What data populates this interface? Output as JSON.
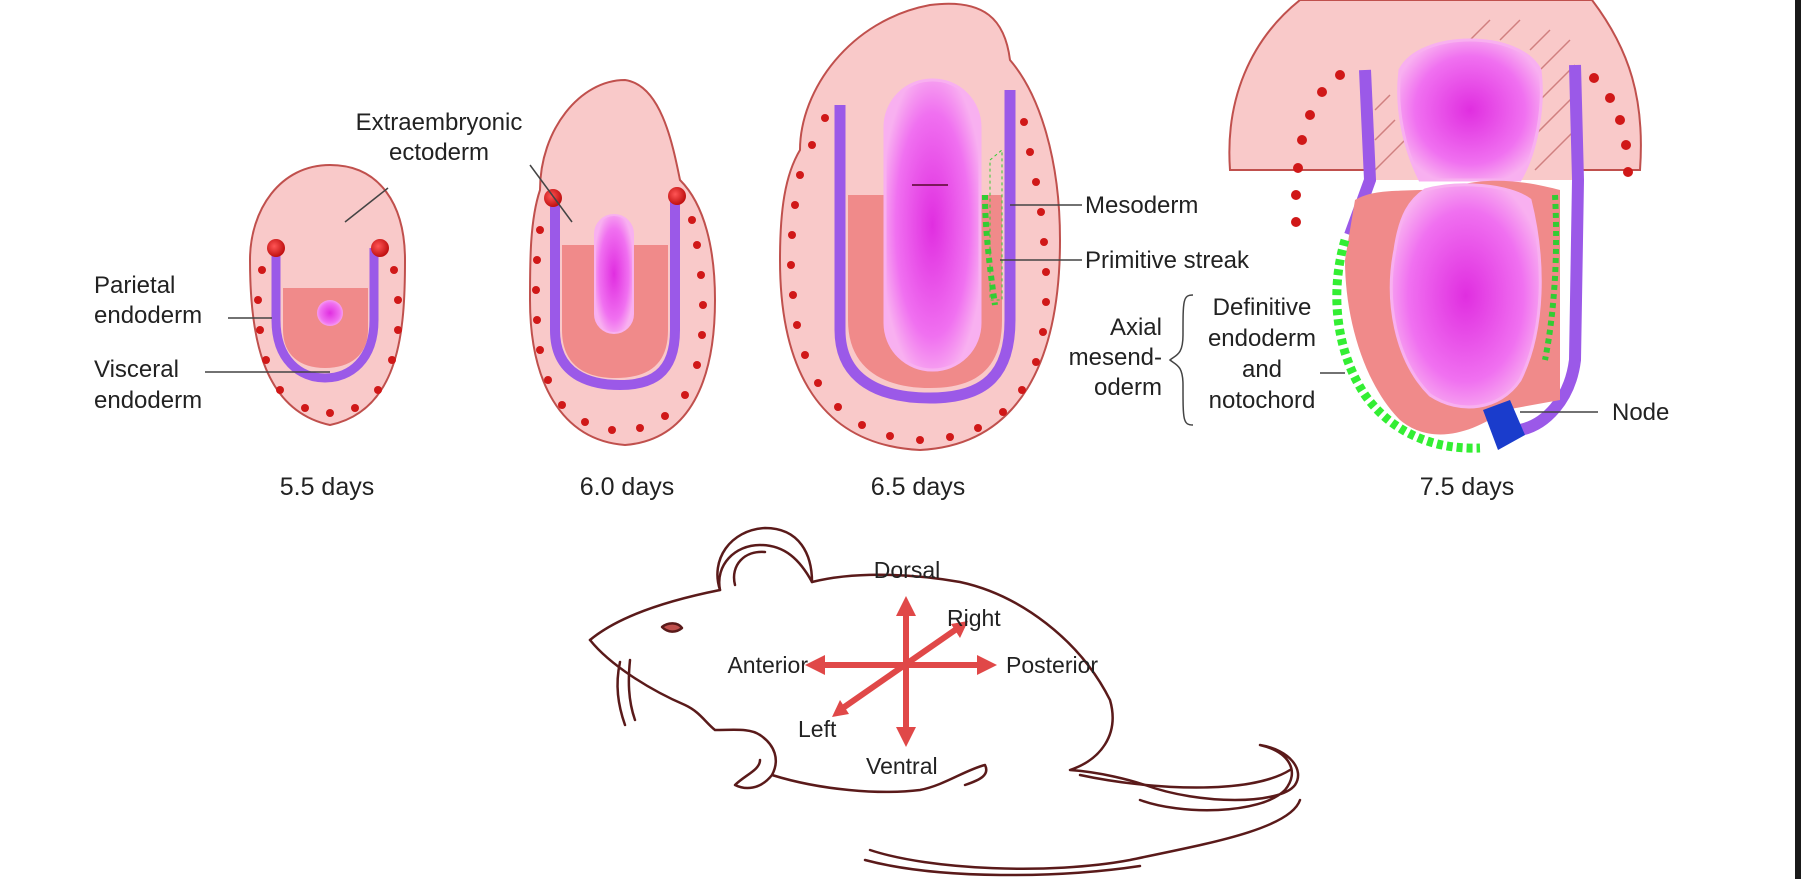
{
  "labels": {
    "extraembryonic_ectoderm": [
      "Extraembryonic",
      "ectoderm"
    ],
    "parietal_endoderm": [
      "Parietal",
      "endoderm"
    ],
    "visceral_endoderm": [
      "Visceral",
      "endoderm"
    ],
    "mesoderm": "Mesoderm",
    "primitive_streak": "Primitive streak",
    "axial_mesendoderm": [
      "Axial",
      "mesend-",
      "oderm"
    ],
    "definitive_endoderm": [
      "Definitive",
      "endoderm",
      "and",
      "notochord"
    ],
    "node": "Node"
  },
  "stages": [
    "5.5 days",
    "6.0 days",
    "6.5 days",
    "7.5 days"
  ],
  "axes": {
    "dorsal": "Dorsal",
    "ventral": "Ventral",
    "anterior": "Anterior",
    "posterior": "Posterior",
    "right": "Right",
    "left": "Left"
  },
  "colors": {
    "embryo_fill": "#f9c9c9",
    "outline": "#c0504d",
    "visceral_endoderm": "#9b59e8",
    "epiblast": "#f08a8a",
    "amnion_cavity": "#e040e0",
    "parietal_dots": "#d01818",
    "mesoderm": "#33cc33",
    "node": "#1a3ccc",
    "mouse_outline": "#5a1a1a",
    "axis_arrows": "#e04848"
  }
}
